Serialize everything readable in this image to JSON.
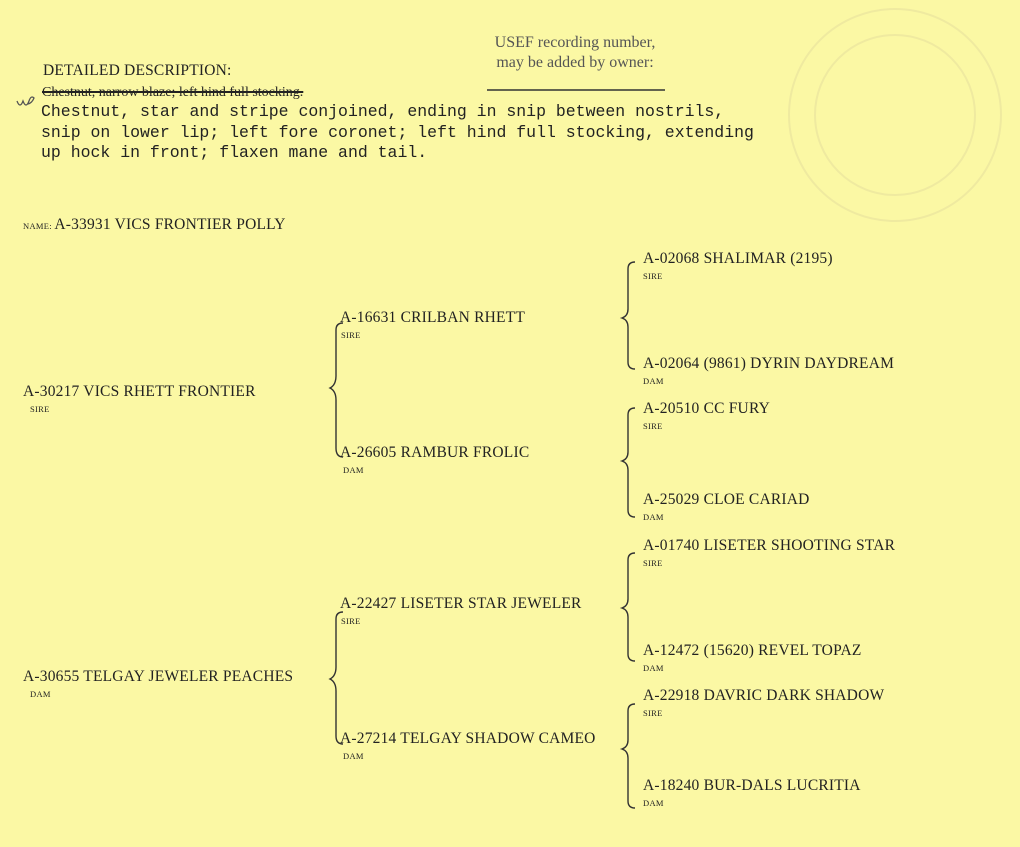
{
  "usef": {
    "line1": "USEF recording number,",
    "line2": "may be added by owner:"
  },
  "description": {
    "heading": "DETAILED DESCRIPTION:",
    "struck": "Chestnut, narrow blaze; left hind full stocking.",
    "lines": [
      "Chestnut, star and stripe conjoined, ending in snip between nostrils,",
      "snip on lower lip; left fore coronet; left hind full stocking, extending",
      "up hock in front; flaxen mane and tail."
    ]
  },
  "horse": {
    "name_label": "NAME: ",
    "name": "A-33931 VICS FRONTIER POLLY"
  },
  "pedigree": {
    "sire": {
      "name": "A-30217  VICS RHETT FRONTIER",
      "role": "SIRE"
    },
    "dam": {
      "name": "A-30655  TELGAY JEWELER PEACHES",
      "role": "DAM"
    },
    "sire_sire": {
      "name": "A-16631  CRILBAN RHETT",
      "role": "SIRE"
    },
    "sire_dam": {
      "name": "A-26605  RAMBUR FROLIC",
      "role": "DAM"
    },
    "dam_sire": {
      "name": "A-22427  LISETER STAR JEWELER",
      "role": "SIRE"
    },
    "dam_dam": {
      "name": "A-27214  TELGAY SHADOW CAMEO",
      "role": "DAM"
    },
    "gen3": [
      {
        "name": "A-02068  SHALIMAR (2195)",
        "role": "SIRE"
      },
      {
        "name": "A-02064  (9861) DYRIN DAYDREAM",
        "role": "DAM"
      },
      {
        "name": "A-20510  CC FURY",
        "role": "SIRE"
      },
      {
        "name": "A-25029  CLOE CARIAD",
        "role": "DAM"
      },
      {
        "name": "A-01740  LISETER SHOOTING STAR",
        "role": "SIRE"
      },
      {
        "name": "A-12472  (15620) REVEL TOPAZ",
        "role": "DAM"
      },
      {
        "name": "A-22918  DAVRIC DARK SHADOW",
        "role": "SIRE"
      },
      {
        "name": "A-18240  BUR-DALS LUCRITIA",
        "role": "DAM"
      }
    ]
  }
}
